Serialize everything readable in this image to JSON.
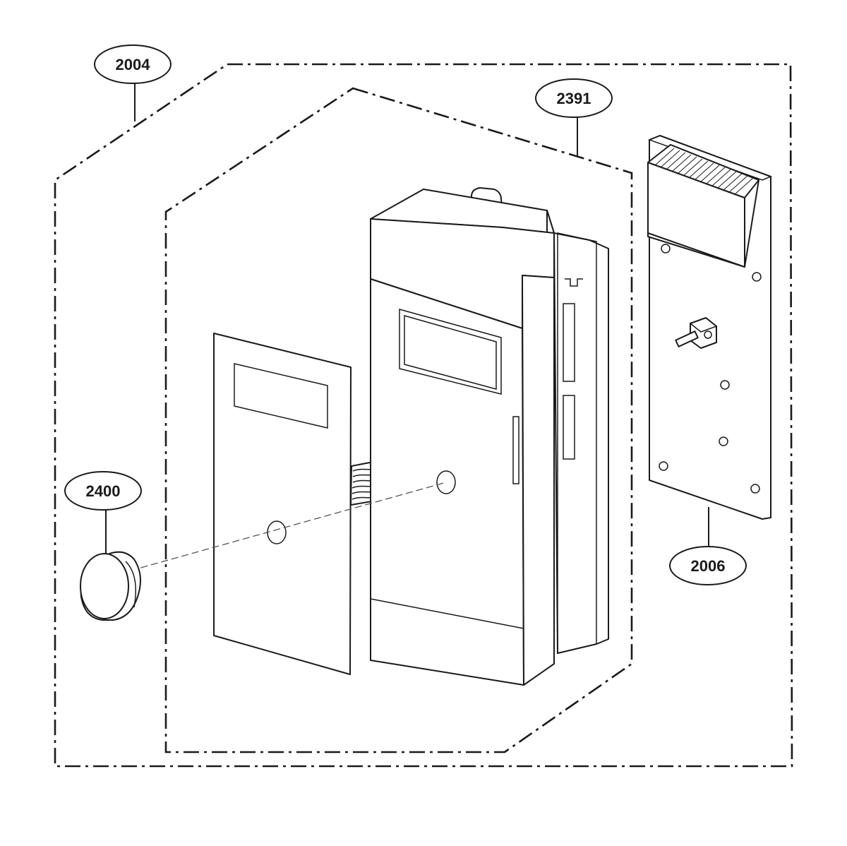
{
  "labels": {
    "assembly_outer": "2004",
    "assembly_inner": "2391",
    "knob": "2400",
    "pcb": "2006"
  }
}
